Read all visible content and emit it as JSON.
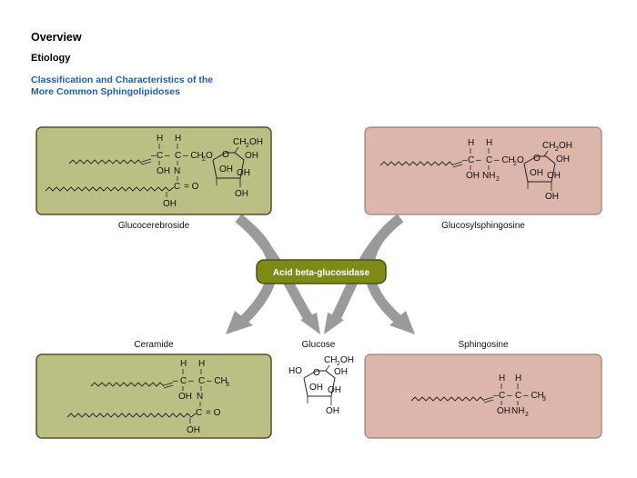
{
  "header": {
    "overview": "Overview",
    "etiology": "Etiology",
    "subtitle_line1": "Classification and Characteristics of the",
    "subtitle_line2": "More Common Sphingolipidoses"
  },
  "enzyme": {
    "label": "Acid beta-glucosidase"
  },
  "compounds": {
    "glucocerebroside": "Glucocerebroside",
    "glucosylsphingosine": "Glucosylsphingosine",
    "ceramide": "Ceramide",
    "glucose": "Glucose",
    "sphingosine": "Sphingosine"
  },
  "chem": {
    "H": "H",
    "C": "C",
    "OH": "OH",
    "N": "N",
    "O": "O",
    "HO": "HO",
    "NH": "NH",
    "CH2O": "CH",
    "CH2OH": "CH",
    "CH3": "CH",
    "sub2": "2",
    "sub3": "3",
    "dash_ch2o": "– CH",
    "dash_ch3": "– CH",
    "eq_o": "= O"
  },
  "colors": {
    "green_fill": "#bcbf84",
    "green_border": "#4f5228",
    "pink_fill": "#dcb6aa",
    "pink_border": "#9a8078",
    "enzyme_fill": "#7f8a16",
    "enzyme_border": "#4a5210",
    "arrow": "#9a9a9a",
    "subtitle": "#1f5fa8"
  }
}
